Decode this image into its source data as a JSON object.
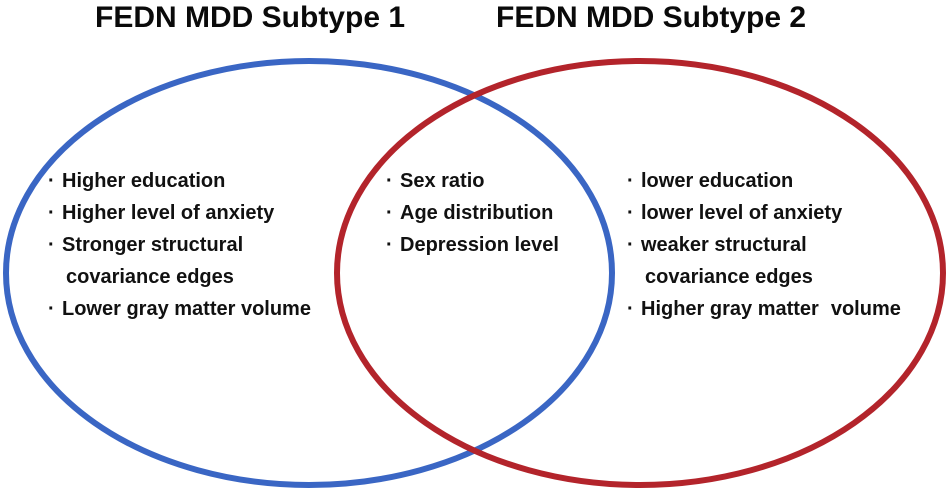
{
  "titles": {
    "left": "FEDN MDD Subtype 1",
    "right": "FEDN MDD Subtype 2"
  },
  "colors": {
    "left_ellipse": "#3a66c4",
    "right_ellipse": "#b3242b",
    "text": "#111111"
  },
  "left_items": [
    {
      "line1": "Higher education"
    },
    {
      "line1": "Higher level of anxiety"
    },
    {
      "line1": "Stronger structural",
      "line2": "covariance edges"
    },
    {
      "line1": "Lower gray matter volume"
    }
  ],
  "middle_items": [
    {
      "line1": "Sex ratio"
    },
    {
      "line1": "Age distribution"
    },
    {
      "line1": "Depression level"
    }
  ],
  "right_items": [
    {
      "line1": "lower education"
    },
    {
      "line1": "lower level of anxiety"
    },
    {
      "line1": "weaker structural",
      "line2": "covariance edges"
    },
    {
      "line1": "Higher gray matter",
      "line1b": "volume"
    }
  ]
}
